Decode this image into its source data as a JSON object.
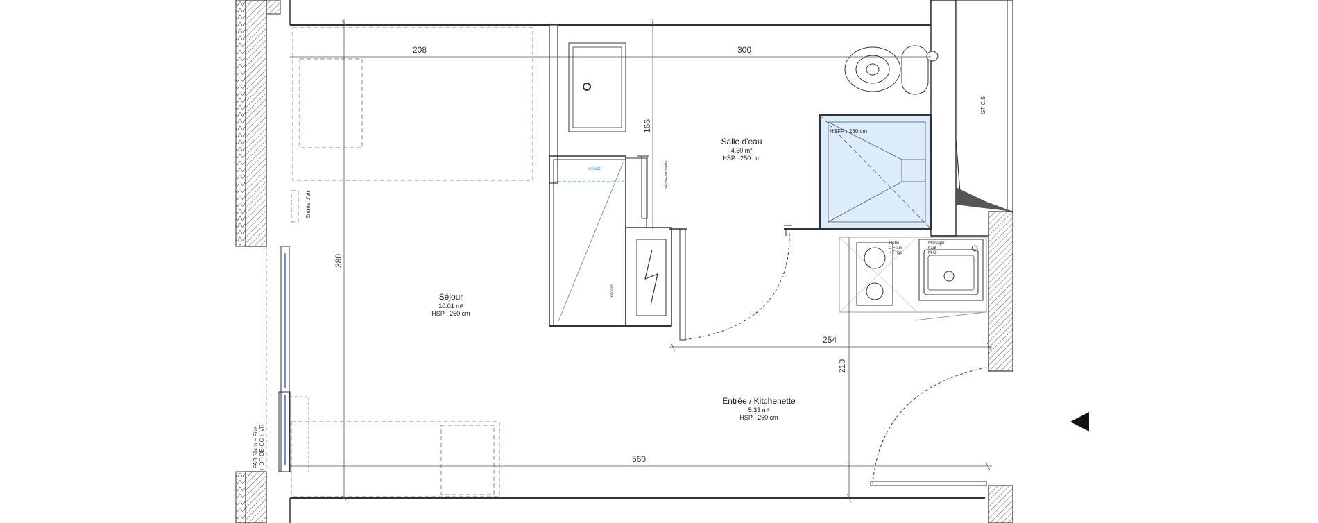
{
  "rooms": {
    "sejour": {
      "name": "Séjour",
      "area": "10.01 m²",
      "height": "HSP : 250 cm"
    },
    "salle_eau": {
      "name": "Salle d'eau",
      "area": "4.50 m²",
      "height": "HSP : 250 cm"
    },
    "entree": {
      "name": "Entrée / Kitchenette",
      "area": "5.33 m²",
      "height": "HSP : 250 cm"
    }
  },
  "dimensions": {
    "d208": "208",
    "d300": "300",
    "d166": "166",
    "d380": "380",
    "d254": "254",
    "d210": "210",
    "d560": "560"
  },
  "annotations": {
    "shower_hsfp": "HSFP : 230 cm",
    "gaine": "GT C.5",
    "entree_air": "Entrée d'air",
    "window": "FAB 50cm + Fixe",
    "window2": "+ OF-OB-GC + VR",
    "collecteur": "collect.",
    "placard": "placard",
    "seche_serviette": "sèche-serviette",
    "hotte": "Hotte",
    "hotte_2": "2 Feux",
    "hotte_3": "+ Frigo",
    "menager": "Ménager",
    "menager_2": "haut",
    "menager_3": "M-O"
  },
  "colors": {
    "wall": "#333333",
    "shower_fill": "#dcecfb",
    "door_swing": "#33339a",
    "collecteur_line": "#3a8fd9"
  }
}
